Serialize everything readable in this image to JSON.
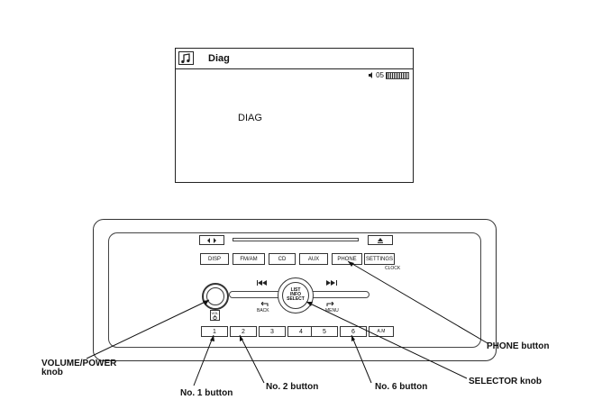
{
  "screen": {
    "title": "Diag",
    "status_value": "05",
    "body_text": "DIAG"
  },
  "unit": {
    "buttons_top": [
      "DISP",
      "FM/AM",
      "CD",
      "AUX",
      "PHONE",
      "SETTINGS"
    ],
    "presets": [
      "1",
      "2",
      "3",
      "4",
      "5",
      "6"
    ],
    "selector_label": "LIST\nINFO\nSELECT",
    "back_label": "BACK",
    "menu_label": "MENU",
    "vol_label": "VOL",
    "clock_label": "CLOCK",
    "am_label": "A.M"
  },
  "callouts": {
    "volume_power": "VOLUME/POWER",
    "volume_power_2": "knob",
    "no1": "No. 1 button",
    "no2": "No. 2 button",
    "no6": "No. 6 button",
    "phone": "PHONE button",
    "selector": "SELECTOR knob"
  },
  "icons": {
    "music": "music-note-icon",
    "speaker": "speaker-icon",
    "signal": "signal-bars-icon"
  }
}
